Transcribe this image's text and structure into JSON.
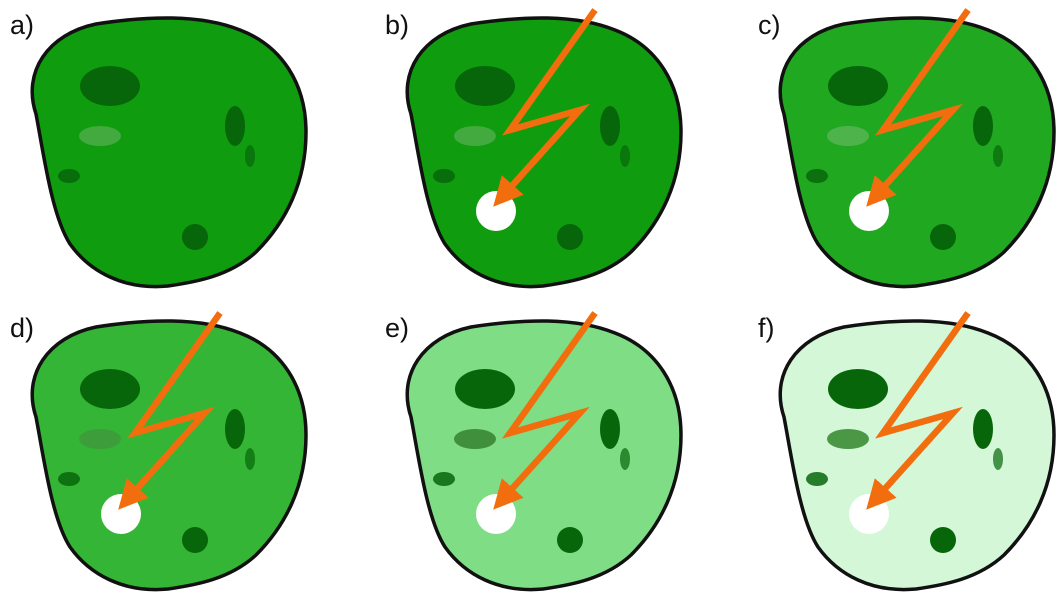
{
  "panels": [
    {
      "label": "a)",
      "cell_color": "#0f9d0f",
      "spot_color": "#07660a",
      "pale_spot_color": "#4fae4a",
      "pale_spot_opacity": 0.8,
      "has_lightning": false,
      "has_hole": false
    },
    {
      "label": "b)",
      "cell_color": "#0f9d0f",
      "spot_color": "#07660a",
      "pale_spot_color": "#4fae4a",
      "pale_spot_opacity": 0.8,
      "has_lightning": true,
      "has_hole": true
    },
    {
      "label": "c)",
      "cell_color": "#21a821",
      "spot_color": "#07660a",
      "pale_spot_color": "#5bb556",
      "pale_spot_opacity": 0.8,
      "has_lightning": true,
      "has_hole": true
    },
    {
      "label": "d)",
      "cell_color": "#35b535",
      "spot_color": "#07660a",
      "pale_spot_color": "#3f9a3c",
      "pale_spot_opacity": 0.9,
      "has_lightning": true,
      "has_hole": true
    },
    {
      "label": "e)",
      "cell_color": "#7fdd85",
      "spot_color": "#07660a",
      "pale_spot_color": "#3f8f3c",
      "pale_spot_opacity": 1,
      "has_lightning": true,
      "has_hole": true
    },
    {
      "label": "f)",
      "cell_color": "#d3f7d7",
      "spot_color": "#07660a",
      "pale_spot_color": "#4a9846",
      "pale_spot_opacity": 1,
      "has_lightning": true,
      "has_hole": true
    }
  ],
  "lightning_color": "#f26d0e",
  "outline_color": "#111111",
  "hole_color": "#ffffff"
}
